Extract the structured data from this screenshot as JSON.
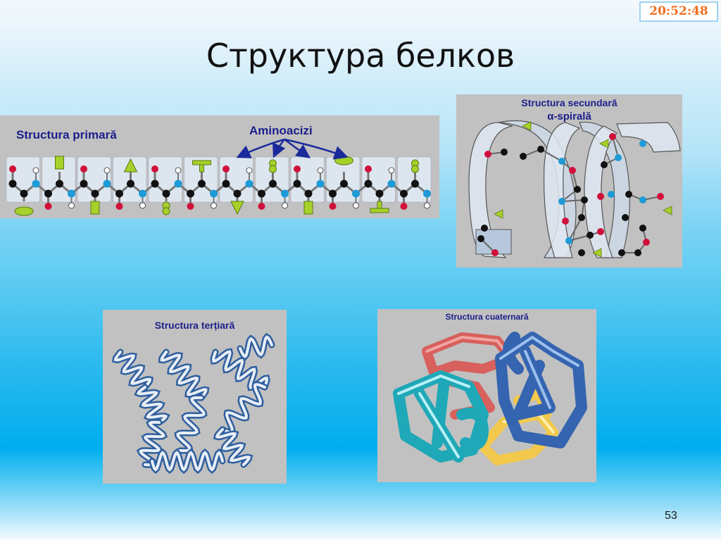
{
  "clock": {
    "time": "20:52:48",
    "color": "#f06e1d"
  },
  "slide": {
    "title": "Структура белков",
    "page_number": "53"
  },
  "panels": {
    "primary": {
      "label": "Structura primară",
      "annotation": "Aminoacizi",
      "residue_count": 12
    },
    "secondary": {
      "label_line1": "Structura secundară",
      "label_line2": "α-spirală"
    },
    "tertiary": {
      "label": "Structura terțiară"
    },
    "quaternary": {
      "label": "Structura cuaternară"
    }
  },
  "colors": {
    "label_text": "#1b1f8a",
    "panel_bg": "#c1c1c1",
    "atom_oxygen": "#d0103a",
    "atom_nitrogen": "#1e9ad6",
    "atom_carbon": "#111111",
    "atom_hydrogen": "#ffffff",
    "side_chain": "#a6d12a",
    "helix_ribbon": "#3b73b8",
    "subunit_red": "#e0716e",
    "subunit_teal": "#27b5c3",
    "subunit_blue": "#3f72c0",
    "subunit_yellow": "#f5d25a"
  }
}
